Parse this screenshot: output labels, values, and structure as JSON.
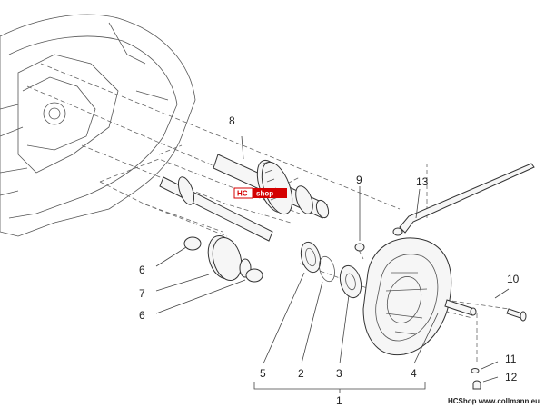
{
  "watermark": {
    "prefix": "HC",
    "suffix": "shop"
  },
  "footer": {
    "text": "HCShop www.collmann.eu"
  },
  "callouts": {
    "c1": "1",
    "c2": "2",
    "c3": "3",
    "c4": "4",
    "c5": "5",
    "c6a": "6",
    "c6b": "6",
    "c7": "7",
    "c8": "8",
    "c9": "9",
    "c10": "10",
    "c11": "11",
    "c12": "12",
    "c13": "13"
  },
  "colors": {
    "watermark_bg": "#d40000",
    "watermark_text": "#ffffff",
    "line": "#333333"
  }
}
